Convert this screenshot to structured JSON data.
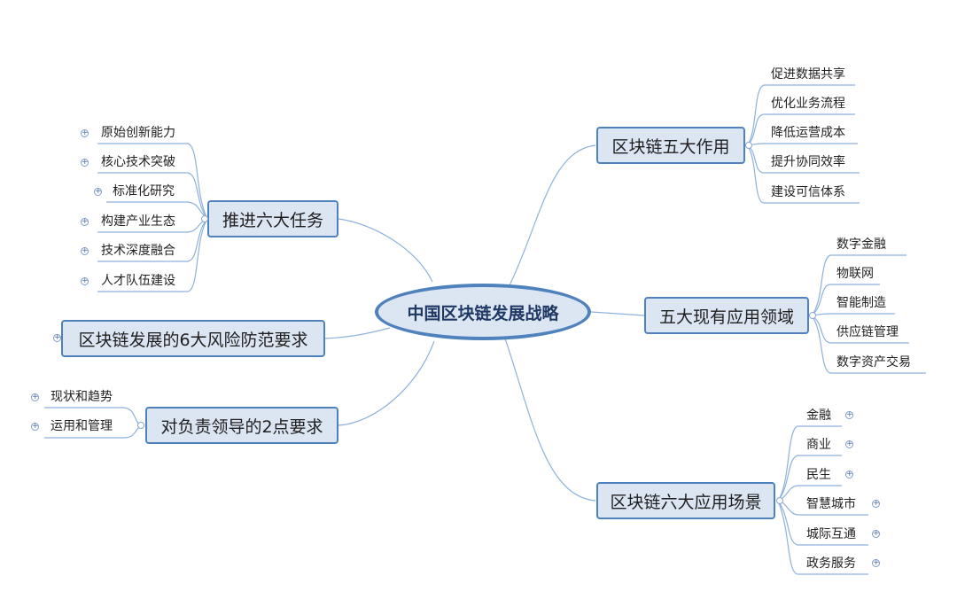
{
  "center": "中国区块链发展战略",
  "branches": {
    "five_roles": {
      "title": "区块链五大作用",
      "items": [
        "促进数据共享",
        "优化业务流程",
        "降低运营成本",
        "提升协同效率",
        "建设可信体系"
      ]
    },
    "five_fields": {
      "title": "五大现有应用领域",
      "items": [
        "数字金融",
        "物联网",
        "智能制造",
        "供应链管理",
        "数字资产交易"
      ]
    },
    "six_scenes": {
      "title": "区块链六大应用场景",
      "items": [
        "金融",
        "商业",
        "民生",
        "智慧城市",
        "城际互通",
        "政务服务"
      ]
    },
    "six_tasks": {
      "title": "推进六大任务",
      "items": [
        "原始创新能力",
        "核心技术突破",
        "标准化研究",
        "构建产业生态",
        "技术深度融合",
        "人才队伍建设"
      ]
    },
    "risk": {
      "title": "区块链发展的6大风险防范要求"
    },
    "leaders": {
      "title": "对负责领导的2点要求",
      "items": [
        "现状和趋势",
        "运用和管理"
      ]
    }
  },
  "colors": {
    "border": "#4f82bd",
    "fill": "#dce6f2",
    "line": "#8eb1dc"
  }
}
